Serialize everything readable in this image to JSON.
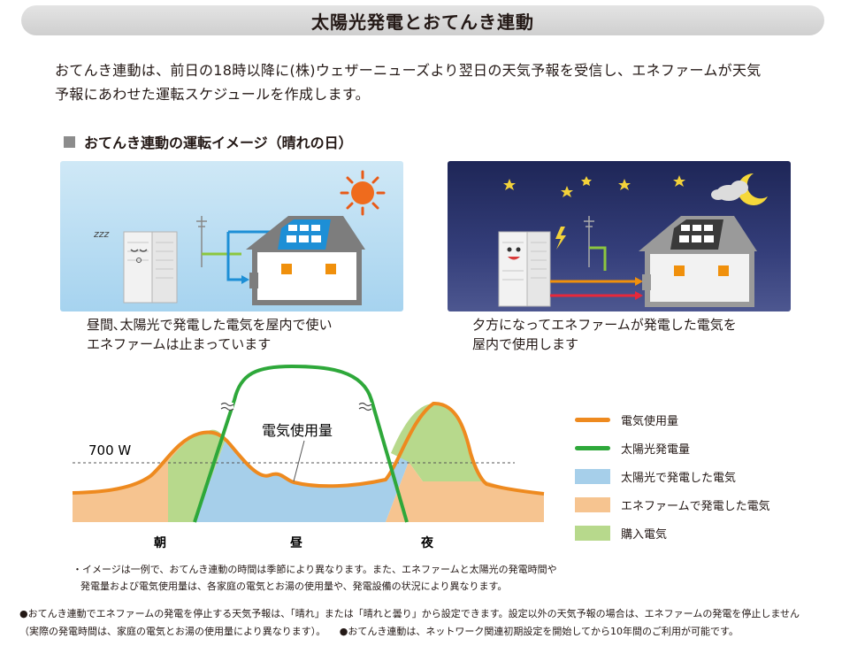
{
  "title": "太陽光発電とおてんき連動",
  "intro": {
    "line1": "おてんき連動は、前日の18時以降に(株)ウェザーニューズより翌日の天気予報を受信し、エネファームが天気",
    "line2": "予報にあわせた運転スケジュールを作成します。"
  },
  "section_heading": "おてんき連動の運転イメージ（晴れの日）",
  "panels": {
    "day": {
      "caption_line1": "昼間､太陽光で発電した電気を屋内で使い",
      "caption_line2": "エネファームは止まっています",
      "sleep_text": "zzz"
    },
    "night": {
      "caption_line1": "夕方になってエネファームが発電した電気を",
      "caption_line2": "屋内で使用します"
    }
  },
  "chart_data": {
    "type": "area",
    "threshold_label": "700 W",
    "annotation": "電気使用量",
    "x_labels": [
      "朝",
      "昼",
      "夜"
    ],
    "series": [
      {
        "name": "電気使用量",
        "color": "#ee8a1f"
      },
      {
        "name": "太陽光発電量",
        "color": "#2ea83a"
      }
    ],
    "areas": [
      {
        "name": "太陽光で発電した電気",
        "color": "#a6cfea"
      },
      {
        "name": "エネファームで発電した電気",
        "color": "#f6c490"
      },
      {
        "name": "購入電気",
        "color": "#b7d98c"
      }
    ]
  },
  "note": {
    "line1": "・イメージは一例で、おてんき連動の時間は季節により異なります。また、エネファームと太陽光の発電時間や",
    "line2": "発電量および電気使用量は、各家庭の電気とお湯の使用量や、発電設備の状況により異なります。"
  },
  "footer": {
    "line1": "●おてんき連動でエネファームの発電を停止する天気予報は、「晴れ」または「晴れと曇り」から設定できます。設定以外の天気予報の場合は、エネファームの発電を停止しません",
    "line2a": "（実際の発電時間は、家庭の電気とお湯の使用量により異なります）。",
    "line2b": "●おてんき連動は、ネットワーク関連初期設定を開始してから10年間のご利用が可能です。"
  },
  "colors": {
    "usage": "#ee8a1f",
    "solar": "#2ea83a",
    "solar_area": "#a6cfea",
    "enefarm_area": "#f6c490",
    "purchase_area": "#b7d98c"
  }
}
